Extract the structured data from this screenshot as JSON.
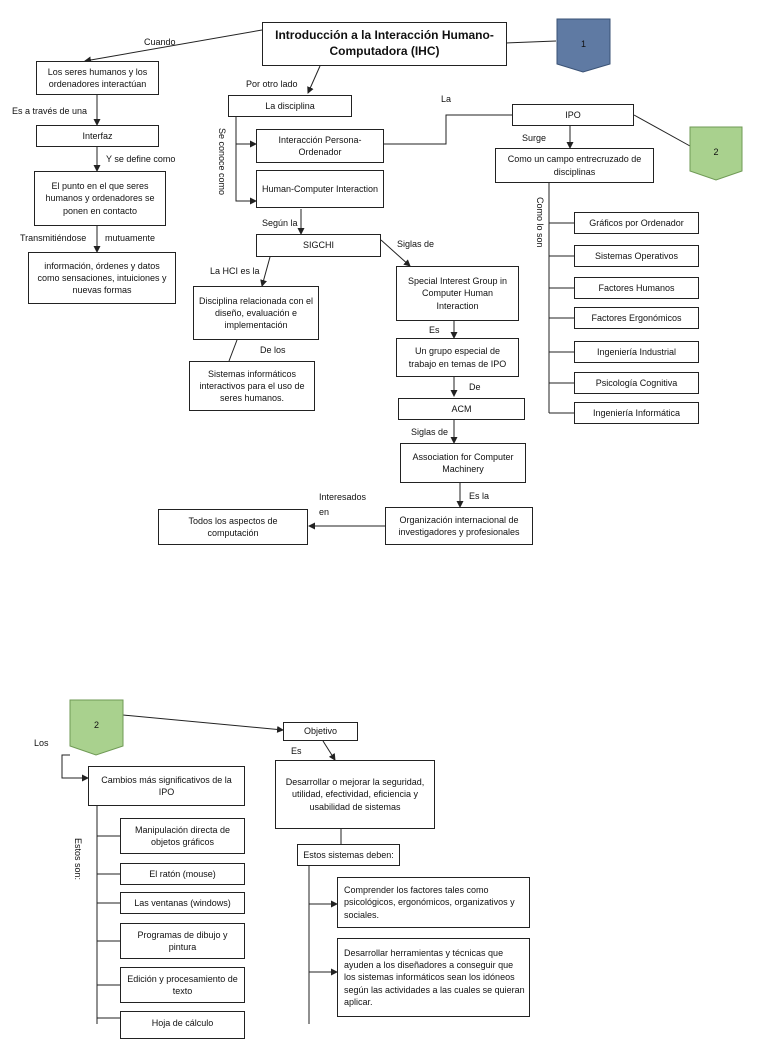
{
  "map1": {
    "title": "Introducción a la Interacción Humano-Computadora (IHC)",
    "badge1": "1",
    "badge2": "2",
    "seres": "Los seres humanos y los ordenadores interactúan",
    "interfaz": "Interfaz",
    "punto": "El punto en el que seres humanos y ordenadores se ponen en contacto",
    "informacion": "información, órdenes y datos como sensaciones, intuiciones y nuevas formas",
    "disciplina": "La disciplina",
    "ipo_full": "Interacción Persona-Ordenador",
    "hci_full": "Human-Computer Interaction",
    "sigchi": "SIGCHI",
    "disciplina_rel": "Disciplina relacionada con el diseño, evaluación e implementación",
    "sistemas": "Sistemas informáticos interactivos para el uso de seres humanos.",
    "special": "Special Interest Group in Computer Human Interaction",
    "grupo": "Un grupo especial de trabajo en temas de IPO",
    "acm": "ACM",
    "association": "Association for Computer Machinery",
    "organizacion": "Organización internacional de investigadores y profesionales",
    "todos": "Todos los aspectos de computación",
    "ipo": "IPO",
    "campo": "Como un campo entrecruzado de disciplinas",
    "disciplinas": [
      "Gráficos por Ordenador",
      "Sistemas Operativos",
      "Factores Humanos",
      "Factores Ergonómicos",
      "Ingeniería Industrial",
      "Psicología Cognitiva",
      "Ingeniería Informática"
    ],
    "labels": {
      "cuando": "Cuando",
      "traves": "Es a través de una",
      "define": "Y se define como",
      "transmit": "Transmitiéndose",
      "mutuamente": "mutuamente",
      "otro_lado": "Por otro lado",
      "conoce": "Se conoce como",
      "segun": "Según la",
      "hci_es": "La HCI es la",
      "de_los": "De los",
      "siglas1": "Siglas de",
      "es1": "Es",
      "de": "De",
      "siglas2": "Siglas de",
      "es_la": "Es la",
      "interesados": "Interesados",
      "en": "en",
      "la": "La",
      "surge": "Surge",
      "como_son": "Como lo son"
    }
  },
  "map2": {
    "badge": "2",
    "los": "Los",
    "cambios": "Cambios más significativos de la IPO",
    "estos_son": "Estos son:",
    "items": [
      "Manipulación directa de objetos gráficos",
      "El ratón (mouse)",
      "Las ventanas (windows)",
      "Programas de dibujo y pintura",
      "Edición y procesamiento de texto",
      "Hoja de cálculo"
    ],
    "objetivo": "Objetivo",
    "es": "Es",
    "desarrollar": "Desarrollar o mejorar la seguridad, utilidad, efectividad, eficiencia y usabilidad de sistemas",
    "deben": "Estos sistemas deben:",
    "comprender": "Comprender los factores tales como psicológicos, ergonómicos, organizativos y sociales.",
    "herramientas": "Desarrollar herramientas y técnicas que ayuden a los diseñadores a conseguir que los sistemas informáticos sean los idóneos según las actividades a las cuales se quieran aplicar."
  },
  "colors": {
    "badge1": "#5f7aa3",
    "badge2": "#a9d18e",
    "line": "#222222"
  }
}
